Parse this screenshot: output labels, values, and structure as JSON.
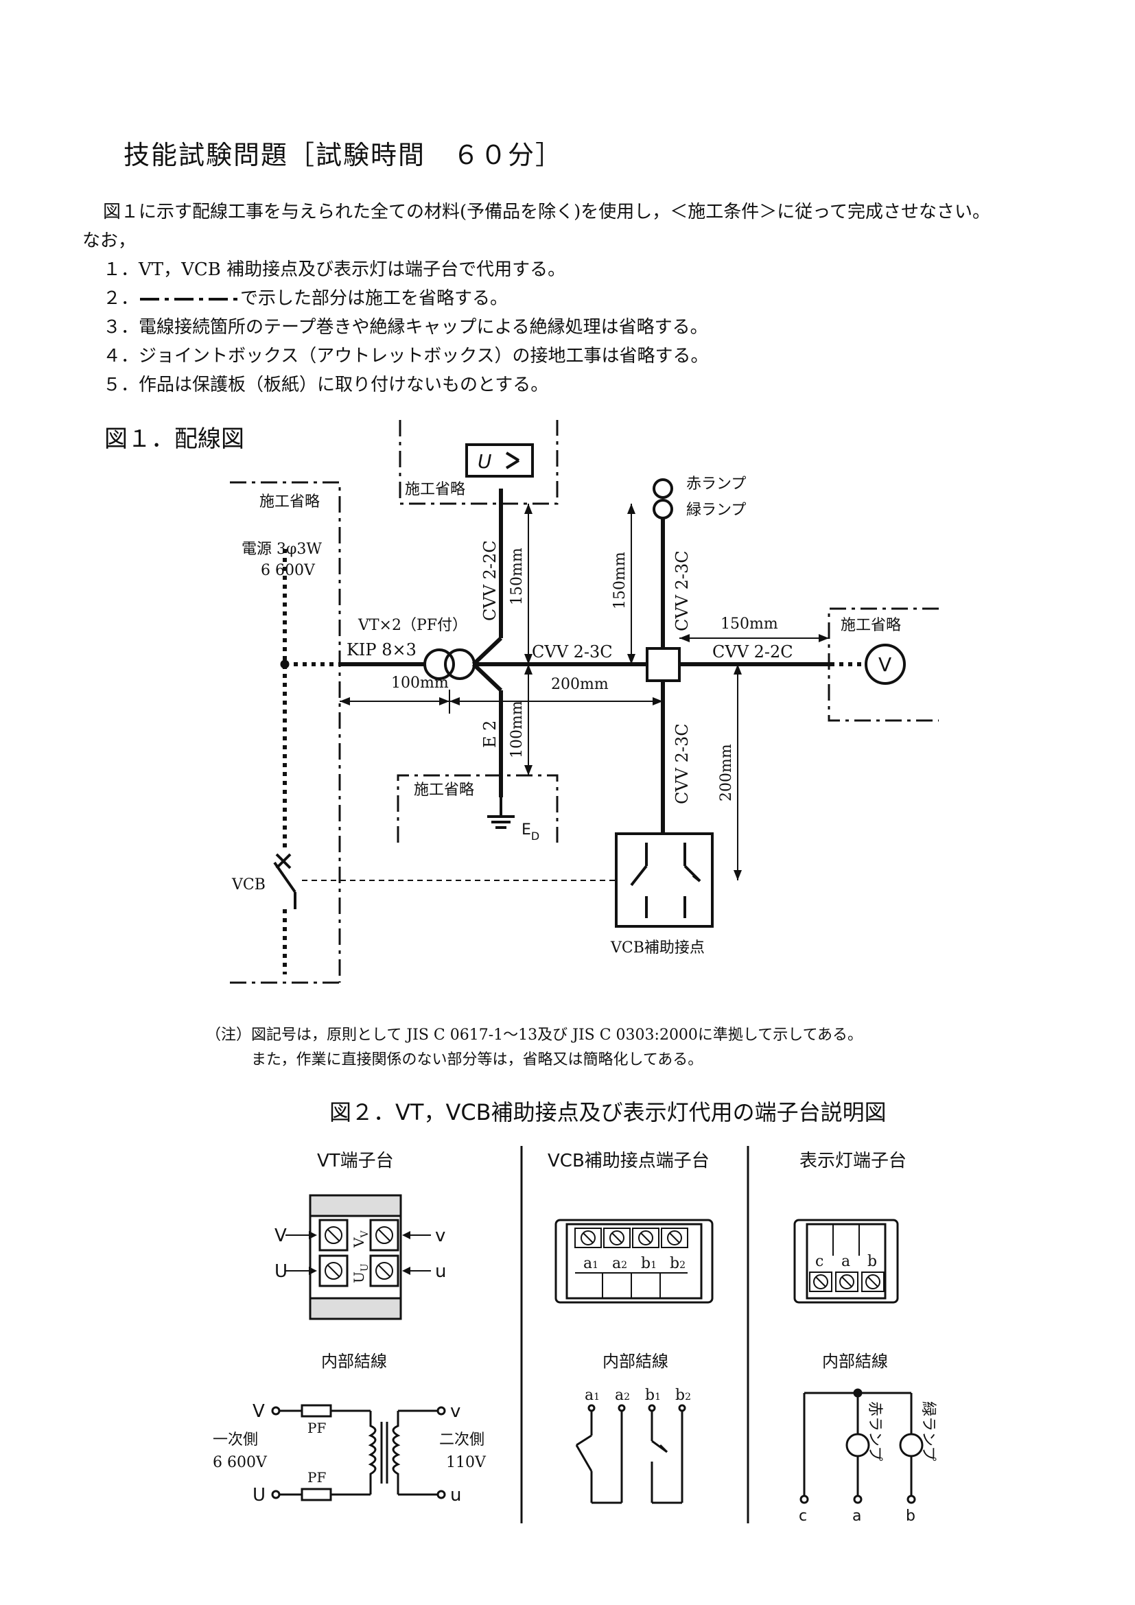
{
  "title": "技能試験問題［試験時間　６０分］",
  "intro": "図１に示す配線工事を与えられた全ての材料(予備品を除く)を使用し，＜施工条件＞に従って完成させなさい。",
  "intro_nao": "なお，",
  "items": [
    "１．VT，VCB 補助接点及び表示灯は端子台で代用する。",
    "２．",
    "３．電線接続箇所のテープ巻きや絶縁キャップによる絶縁処理は省略する。",
    "４．ジョイントボックス（アウトレットボックス）の接地工事は省略する。",
    "５．作品は保護板（板紙）に取り付けないものとする。"
  ],
  "item2_suffix": "で示した部分は施工を省略する。",
  "fig1_title": "図１．配線図",
  "fig1": {
    "omit": "施工省略",
    "power_line1": "電源 3φ3W",
    "power_line2": "6 600V",
    "vt_label": "VT×2（PF付）",
    "kip": "KIP 8×3",
    "cvv22_top": "CVV 2-2C",
    "cvv23_mid": "CVV 2-3C",
    "cvv23_up": "CVV 2-3C",
    "cvv23_down": "CVV 2-3C",
    "cvv22_right": "CVV 2-2C",
    "e2": "E 2",
    "ed": "E",
    "ed_sub": "D",
    "d100a": "100mm",
    "d200a": "200mm",
    "d150a": "150mm",
    "d150b": "150mm",
    "d150c": "150mm",
    "d100b": "100mm",
    "d200b": "200mm",
    "red_lamp": "赤ランプ",
    "green_lamp": "緑ランプ",
    "vcb": "VCB",
    "vcb_aux": "VCB補助接点",
    "u_sym": "U",
    "v_sym": "V"
  },
  "notes": [
    "（注）図記号は，原則として JIS C 0617-1～13及び JIS C 0303:2000に準拠して示してある。",
    "　　　また，作業に直接関係のない部分等は，省略又は簡略化してある。"
  ],
  "fig2_title": "図２．VT，VCB補助接点及び表示灯代用の端子台説明図",
  "fig2": {
    "vt_header": "VT端子台",
    "vcb_header": "VCB補助接点端子台",
    "lamp_header": "表示灯端子台",
    "internal": "内部結線",
    "V": "V",
    "U": "U",
    "v": "v",
    "u": "u",
    "Vv": "V",
    "Vv_sub": "V",
    "Uu": "U",
    "Uu_sub": "U",
    "a1": "a",
    "a2": "a",
    "b1": "b",
    "b2": "b",
    "s1": "1",
    "s2": "2",
    "c": "c",
    "a": "a",
    "b": "b",
    "primary": "一次側",
    "primary_v": "6 600V",
    "secondary": "二次側",
    "secondary_v": "110V",
    "pf": "PF",
    "red_v": "赤ランプ",
    "green_v": "緑ランプ"
  }
}
